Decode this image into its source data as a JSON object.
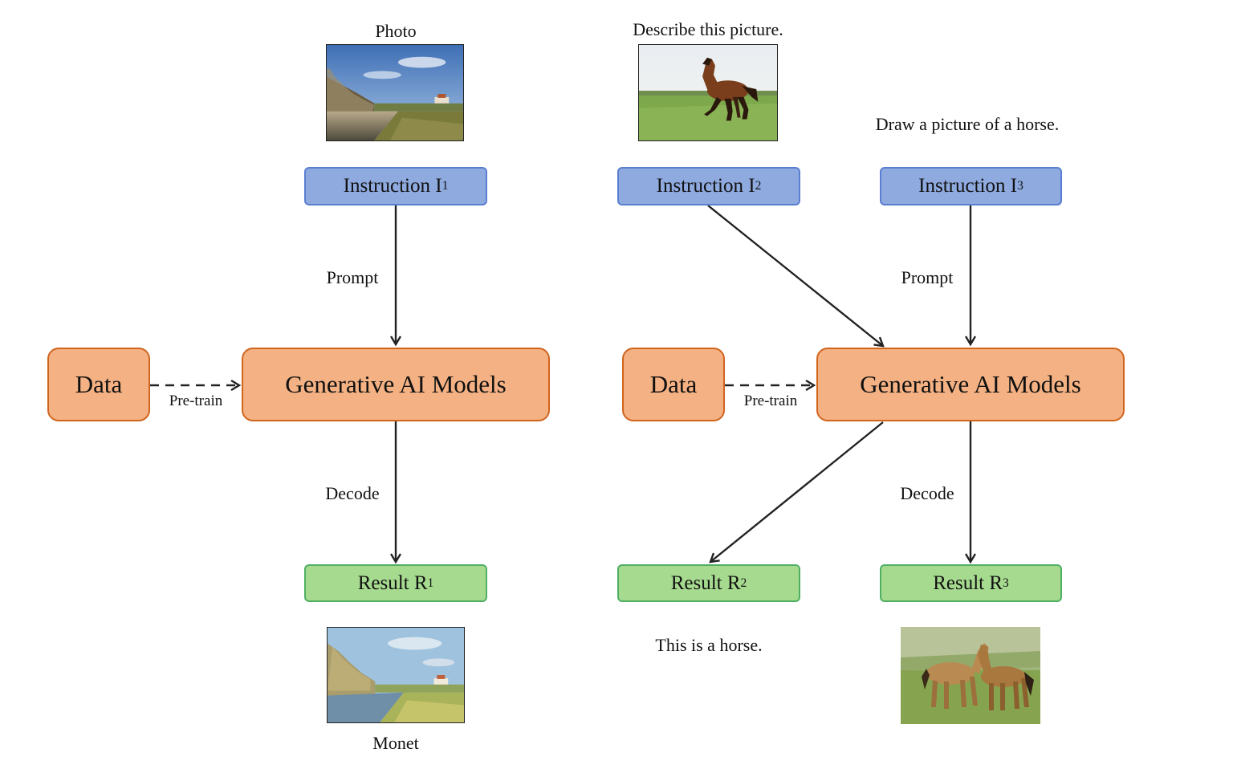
{
  "left": {
    "input_caption": "Photo",
    "input_image": "landscape-photo-image",
    "instruction": {
      "label": "Instruction I",
      "sub": "1"
    },
    "prompt_label": "Prompt",
    "data_label": "Data",
    "pretrain_label": "Pre-train",
    "model_label": "Generative AI Models",
    "decode_label": "Decode",
    "result": {
      "label": "Result R",
      "sub": "1"
    },
    "output_image": "monet-painting-image",
    "output_caption": "Monet"
  },
  "right": {
    "input_caption_2": "Describe this picture.",
    "input_image_2": "running-horse-photo-image",
    "input_caption_3": "Draw a picture of a horse.",
    "instruction_2": {
      "label": "Instruction I",
      "sub": "2"
    },
    "instruction_3": {
      "label": "Instruction I",
      "sub": "3"
    },
    "prompt_label": "Prompt",
    "data_label": "Data",
    "pretrain_label": "Pre-train",
    "model_label": "Generative AI Models",
    "decode_label": "Decode",
    "result_2": {
      "label": "Result R",
      "sub": "2"
    },
    "result_3": {
      "label": "Result R",
      "sub": "3"
    },
    "output_caption_2": "This is a horse.",
    "output_image_3": "two-horses-image"
  },
  "colors": {
    "instruction_fill": "#8eaadf",
    "instruction_border": "#5a7fd0",
    "model_fill": "#f4b183",
    "model_border": "#d0651e",
    "result_fill": "#a6da8f",
    "result_border": "#4fb063"
  }
}
